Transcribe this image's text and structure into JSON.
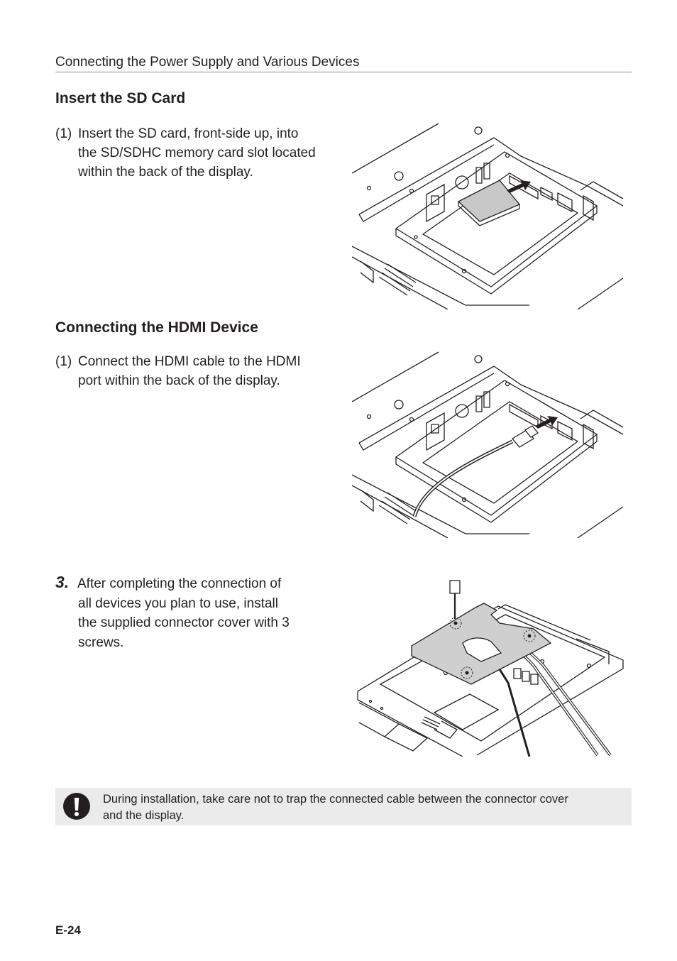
{
  "header": {
    "running_title": "Connecting the Power Supply and Various Devices"
  },
  "sd_card": {
    "title": "Insert the SD Card",
    "step_number": "(1)",
    "step_lines": [
      "Insert the SD card, front-side up, into",
      "the SD/SDHC memory card slot located",
      "within the back of the display."
    ]
  },
  "hdmi": {
    "title": "Connecting the HDMI Device",
    "step_number": "(1)",
    "step_lines": [
      "Connect the HDMI cable to the HDMI",
      "port within the back of the display."
    ]
  },
  "step3": {
    "number": "3.",
    "lines": [
      "After completing the connection of",
      "all devices you plan to use, install",
      "the supplied connector cover with 3",
      "screws."
    ]
  },
  "caution": {
    "icon": "exclamation-icon",
    "lines": [
      "During installation, take care not to trap the connected cable between the connector cover",
      "and the display."
    ]
  },
  "footer": {
    "page_number": "E-24"
  }
}
